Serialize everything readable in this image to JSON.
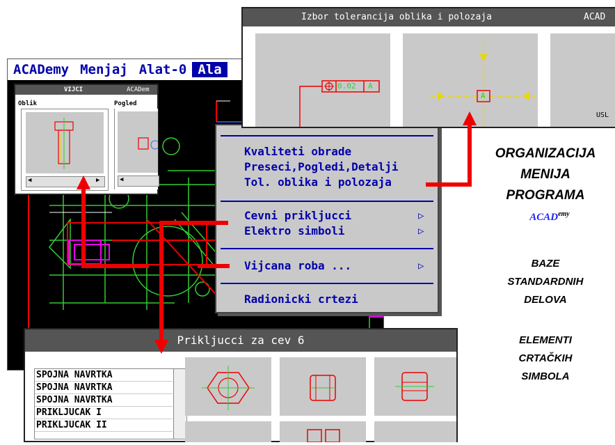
{
  "menubar": {
    "items": [
      "ACADemy",
      "Menjaj",
      "Alat-0",
      "Ala"
    ]
  },
  "dropdown": {
    "group1": [
      "Kvaliteti obrade",
      "Preseci,Pogledi,Detalji",
      "Tol. oblika i polozaja"
    ],
    "group2": [
      "Cevni prikljucci",
      "Elektro simboli"
    ],
    "group3": [
      "Vijcana roba ..."
    ],
    "group4": [
      "Radionicki crtezi"
    ],
    "submenu_arrow": "▷"
  },
  "tolerance_window": {
    "title": "Izbor tolerancija oblika i polozaja",
    "title_right": "ACAD",
    "frame_value": "0.02",
    "frame_datum": "A",
    "center_datum": "A",
    "corner_text": "USL"
  },
  "vijci_window": {
    "title": "VIJCI",
    "title_right": "ACADem",
    "label_oblik": "Oblik",
    "label_pogled": "Pogled"
  },
  "prikljucci_window": {
    "title": "Prikljucci za cev 6",
    "list": [
      "SPOJNA NAVRTKA",
      "SPOJNA NAVRTKA",
      "SPOJNA NAVRTKA",
      "PRIKLJUCAK I",
      "PRIKLJUCAK II"
    ]
  },
  "captions": {
    "org": [
      "ORGANIZACIJA",
      "MENIJA",
      "PROGRAMA"
    ],
    "brand": "ACAD",
    "brand_sup": "emy",
    "baze": [
      "BAZE",
      "STANDARDNIH",
      "DELOVA"
    ],
    "elem": [
      "ELEMENTI",
      "CRTAČKIH",
      "SIMBOLA"
    ]
  },
  "colors": {
    "menu_blue": "#0000aa",
    "arrow_red": "#ee0000",
    "cad_green": "#33cc33",
    "cad_magenta": "#ee00ee",
    "panel_gray": "#c9c9c9"
  }
}
